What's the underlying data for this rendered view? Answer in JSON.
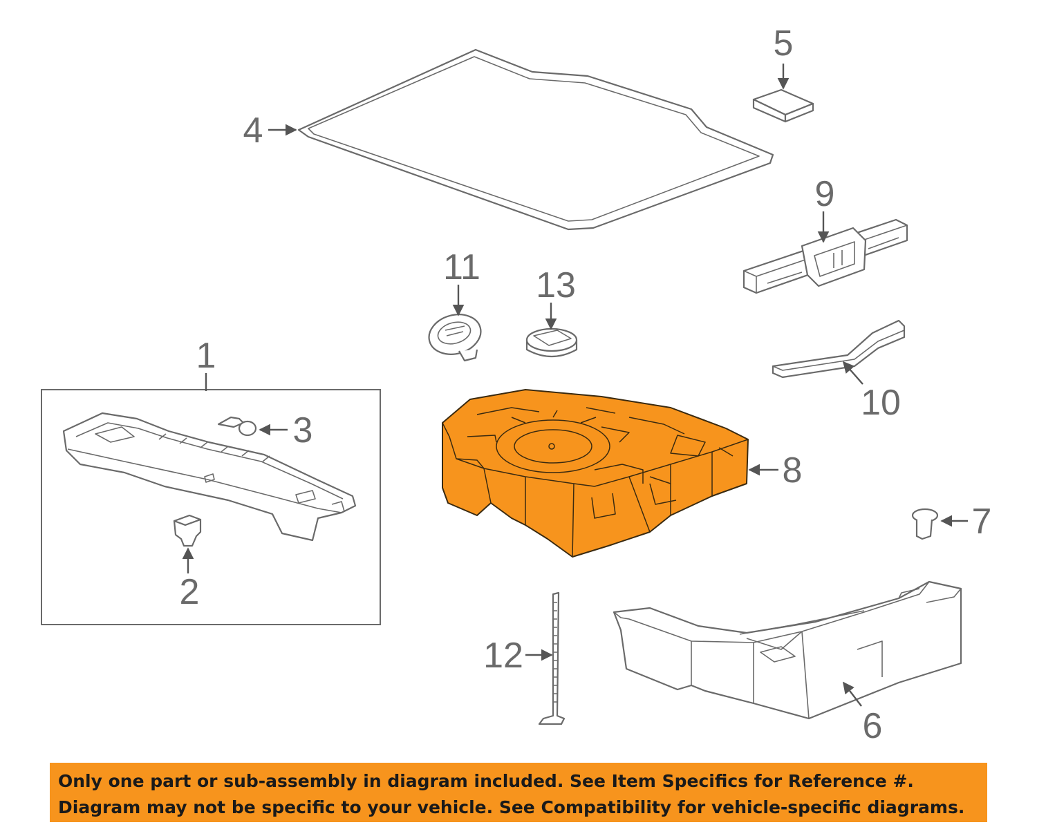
{
  "callouts": {
    "c1": "1",
    "c2": "2",
    "c3": "3",
    "c4": "4",
    "c5": "5",
    "c6": "6",
    "c7": "7",
    "c8": "8",
    "c9": "9",
    "c10": "10",
    "c11": "11",
    "c12": "12",
    "c13": "13"
  },
  "highlighted_part": "8",
  "colors": {
    "highlight": "#f7941d",
    "banner": "#f7941d",
    "line": "#6a6a6a"
  },
  "banner": {
    "line1": "Only one part or sub-assembly in diagram included. See Item Specifics for Reference #.",
    "line2": "Diagram may not be specific to your vehicle. See Compatibility for vehicle-specific diagrams."
  }
}
